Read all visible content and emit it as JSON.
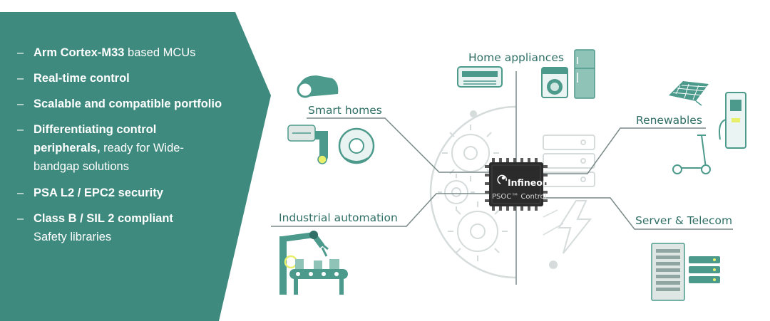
{
  "features": [
    {
      "bold": "Arm Cortex-M33",
      "rest": " based MCUs"
    },
    {
      "bold": "Real-time control",
      "rest": ""
    },
    {
      "bold": "Scalable and compatible portfolio",
      "rest": ""
    },
    {
      "bold": "Differentiating control peripherals,",
      "rest": " ready for Wide-bandgap solutions"
    },
    {
      "bold": "PSA L2 / EPC2 security",
      "rest": ""
    },
    {
      "bold": "Class B / SIL 2 compliant",
      "rest": " Safety libraries"
    }
  ],
  "dash": "–",
  "applications": {
    "home_appliances": "Home appliances",
    "smart_homes": "Smart homes",
    "renewables": "Renewables",
    "industrial_automation": "Industrial automation",
    "server_telecom": "Server & Telecom"
  },
  "chip": {
    "brand": "Infineon",
    "product": "PSOC™ Control"
  },
  "colors": {
    "panel": "#3f8a7e",
    "accent": "#4c9a8c",
    "chip": "#2b2b2b",
    "line": "#7a8a88",
    "ghost": "#d5dcdb",
    "highlight": "#e8ef6a"
  }
}
